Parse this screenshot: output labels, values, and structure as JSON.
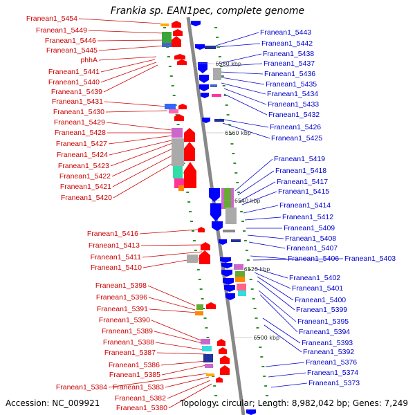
{
  "title": "Frankia sp. EAN1pec, complete genome",
  "footer": {
    "accession": "Accession: NC_009921",
    "summary": "Topology: circular; Length: 8,982,042 bp; Genes: 7,249"
  },
  "colors": {
    "left_label": "#cc0000",
    "right_label": "#0000cc",
    "forward_gene": "#ff0000",
    "reverse_gene": "#0000ff",
    "backbone": "#888888"
  },
  "kbp_markers": [
    "6580 kbp",
    "6560 kbp",
    "6540 kbp",
    "6520 kbp",
    "6500 kbp"
  ],
  "left_labels": [
    "Franean1_5454",
    "Franean1_5449",
    "Franean1_5446",
    "Franean1_5445",
    "phhA",
    "Franean1_5441",
    "Franean1_5440",
    "Franean1_5439",
    "Franean1_5431",
    "Franean1_5430",
    "Franean1_5429",
    "Franean1_5428",
    "Franean1_5427",
    "Franean1_5424",
    "Franean1_5423",
    "Franean1_5422",
    "Franean1_5421",
    "Franean1_5420",
    "Franean1_5416",
    "Franean1_5413",
    "Franean1_5411",
    "Franean1_5410",
    "Franean1_5398",
    "Franean1_5396",
    "Franean1_5391",
    "Franean1_5390",
    "Franean1_5389",
    "Franean1_5388",
    "Franean1_5387",
    "Franean1_5386",
    "Franean1_5385",
    "Franean1_5384",
    "Franean1_5383",
    "Franean1_5382",
    "Franean1_5380"
  ],
  "right_labels": [
    "Franean1_5443",
    "Franean1_5442",
    "Franean1_5438",
    "Franean1_5437",
    "Franean1_5436",
    "Franean1_5435",
    "Franean1_5434",
    "Franean1_5433",
    "Franean1_5432",
    "Franean1_5426",
    "Franean1_5425",
    "Franean1_5419",
    "Franean1_5418",
    "Franean1_5417",
    "Franean1_5415",
    "Franean1_5414",
    "Franean1_5412",
    "Franean1_5409",
    "Franean1_5408",
    "Franean1_5407",
    "Franean1_5406",
    "Franean1_5403",
    "Franean1_5402",
    "Franean1_5401",
    "Franean1_5400",
    "Franean1_5399",
    "Franean1_5395",
    "Franean1_5394",
    "Franean1_5393",
    "Franean1_5392",
    "Franean1_5376",
    "Franean1_5374",
    "Franean1_5373"
  ]
}
